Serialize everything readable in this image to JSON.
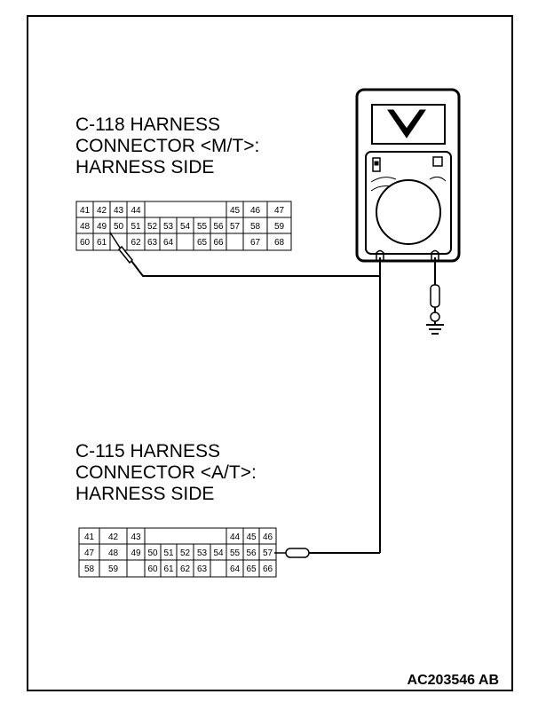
{
  "connector_top": {
    "lines": [
      "C-118 HARNESS",
      "CONNECTOR <M/T>:",
      "HARNESS SIDE"
    ],
    "rows": [
      [
        "41",
        "42",
        "43",
        "44",
        "",
        "",
        "",
        "",
        "",
        "",
        "45",
        "46",
        "47"
      ],
      [
        "48",
        "49",
        "50",
        "51",
        "52",
        "53",
        "54",
        "55",
        "56",
        "57",
        "58",
        "59"
      ],
      [
        "60",
        "61",
        "",
        "62",
        "63",
        "64",
        "",
        "65",
        "66",
        "",
        "67",
        "68"
      ]
    ]
  },
  "connector_bottom": {
    "lines": [
      "C-115 HARNESS",
      "CONNECTOR <A/T>:",
      "HARNESS SIDE"
    ],
    "rows": [
      [
        "41",
        "42",
        "43",
        "",
        "",
        "",
        "",
        "",
        "",
        "44",
        "45",
        "46"
      ],
      [
        "47",
        "48",
        "49",
        "50",
        "51",
        "52",
        "53",
        "54",
        "55",
        "56",
        "57"
      ],
      [
        "58",
        "59",
        "",
        "",
        "60",
        "61",
        "62",
        "63",
        "",
        "64",
        "65",
        "66"
      ]
    ]
  },
  "figure_code": "AC203546 AB"
}
